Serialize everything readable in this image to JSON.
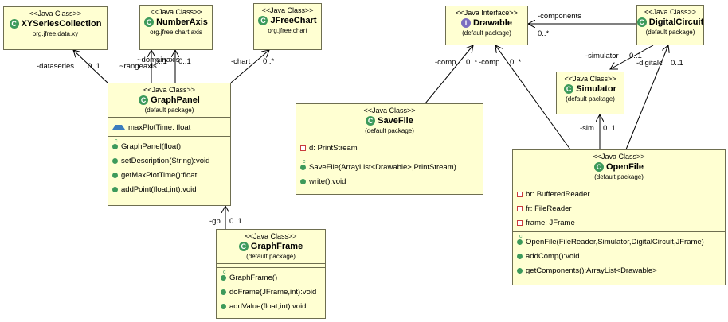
{
  "classes": {
    "xyseries": {
      "stereotype": "<<Java Class>>",
      "name": "XYSeriesCollection",
      "package": "org.jfree.data.xy"
    },
    "numberaxis": {
      "stereotype": "<<Java Class>>",
      "name": "NumberAxis",
      "package": "org.jfree.chart.axis"
    },
    "jfreechart": {
      "stereotype": "<<Java Class>>",
      "name": "JFreeChart",
      "package": "org.jfree.chart"
    },
    "graphpanel": {
      "stereotype": "<<Java Class>>",
      "name": "GraphPanel",
      "package": "(default package)",
      "fields": [
        {
          "text": "maxPlotTime: float"
        }
      ],
      "methods": [
        {
          "text": "GraphPanel(float)"
        },
        {
          "text": "setDescription(String):void"
        },
        {
          "text": "getMaxPlotTime():float"
        },
        {
          "text": "addPoint(float,int):void"
        }
      ]
    },
    "graphframe": {
      "stereotype": "<<Java Class>>",
      "name": "GraphFrame",
      "package": "(default package)",
      "methods": [
        {
          "text": "GraphFrame()"
        },
        {
          "text": "doFrame(JFrame,int):void"
        },
        {
          "text": "addValue(float,int):void"
        }
      ]
    },
    "savefile": {
      "stereotype": "<<Java Class>>",
      "name": "SaveFile",
      "package": "(default package)",
      "fields": [
        {
          "text": "d: PrintStream"
        }
      ],
      "methods": [
        {
          "text": "SaveFile(ArrayList<Drawable>,PrintStream)"
        },
        {
          "text": "write():void"
        }
      ]
    },
    "drawable": {
      "stereotype": "<<Java Interface>>",
      "name": "Drawable",
      "package": "(default package)"
    },
    "digitalcircuit": {
      "stereotype": "<<Java Class>>",
      "name": "DigitalCircuit",
      "package": "(default package)"
    },
    "simulator": {
      "stereotype": "<<Java Class>>",
      "name": "Simulator",
      "package": "(default package)"
    },
    "openfile": {
      "stereotype": "<<Java Class>>",
      "name": "OpenFile",
      "package": "(default package)",
      "fields": [
        {
          "text": "br: BufferedReader"
        },
        {
          "text": "fr: FileReader"
        },
        {
          "text": "frame: JFrame"
        }
      ],
      "methods": [
        {
          "text": "OpenFile(FileReader,Simulator,DigitalCircuit,JFrame)"
        },
        {
          "text": "addComp():void"
        },
        {
          "text": "getComponents():ArrayList<Drawable>"
        }
      ]
    }
  },
  "associations": {
    "dataseries": {
      "role": "-dataseries",
      "mult": "0..1"
    },
    "rangeaxis": {
      "role": "~rangeaxis",
      "mult": "0..1"
    },
    "domainaxis": {
      "role": "~domainaxis",
      "mult": "0..1"
    },
    "chart": {
      "role": "-chart",
      "mult": "0..*"
    },
    "gp": {
      "role": "-gp",
      "mult": "0..1"
    },
    "comp_save": {
      "role": "-comp",
      "mult": "0..*"
    },
    "comp_open": {
      "role": "-comp",
      "mult": "0..*"
    },
    "components": {
      "role": "-components",
      "mult": "0..*"
    },
    "simulator": {
      "role": "-simulator",
      "mult": "0..1"
    },
    "sim": {
      "role": "-sim",
      "mult": "0..1"
    },
    "digitalc": {
      "role": "-digitalc",
      "mult": "0..1"
    }
  }
}
